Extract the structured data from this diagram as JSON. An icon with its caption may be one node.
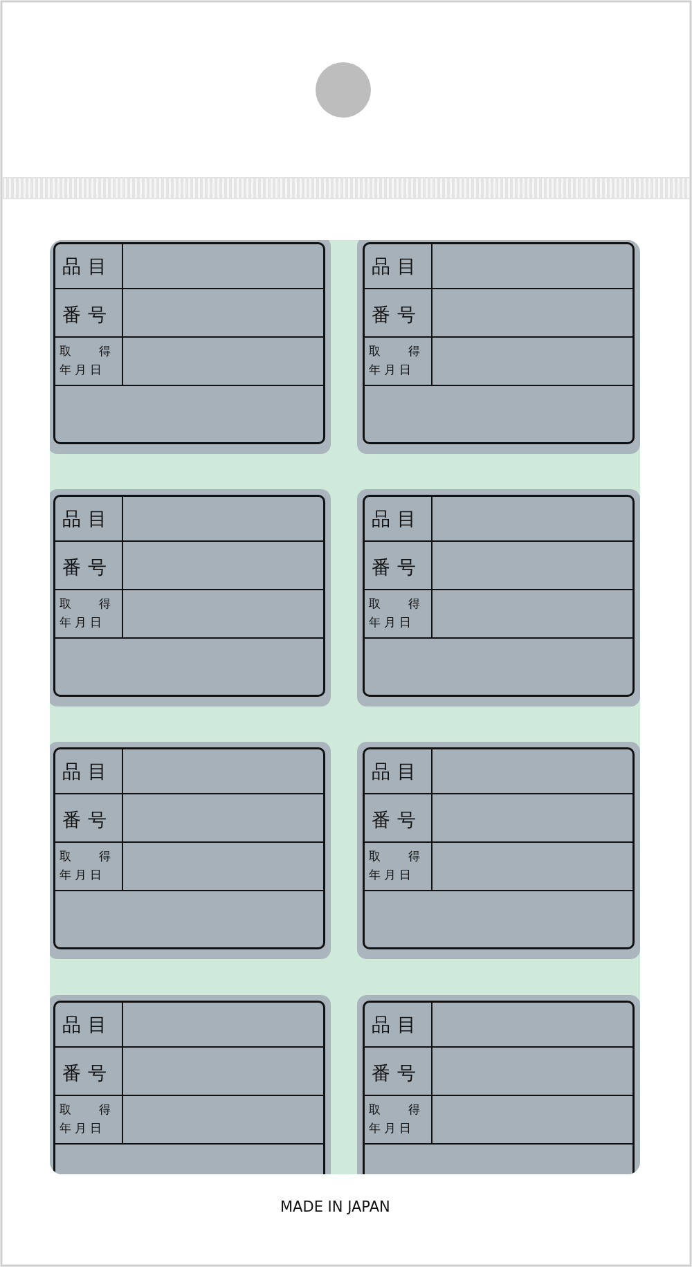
{
  "diagram": {
    "nodes": [
      {
        "text": [
          "品目",
          "番号",
          "取得",
          "年月日"
        ]
      },
      {
        "text": [
          "品目",
          "番号",
          "取得",
          "年月日"
        ]
      },
      {
        "text": [
          "品目",
          "番号",
          "取得",
          "年月日"
        ]
      },
      {
        "text": [
          "品目",
          "番号",
          "取得",
          "年月日"
        ]
      },
      {
        "text": [
          "品目",
          "番号",
          "取得",
          "年月日"
        ]
      },
      {
        "text": [
          "品目",
          "番号",
          "取得",
          "年月日"
        ]
      },
      {
        "text": [
          "品目",
          "番号",
          "取得",
          "年月日"
        ]
      },
      {
        "text": [
          "品目",
          "番号",
          "取得",
          "年月日"
        ]
      }
    ],
    "labels": [
      "MADE IN JAPAN"
    ]
  }
}
